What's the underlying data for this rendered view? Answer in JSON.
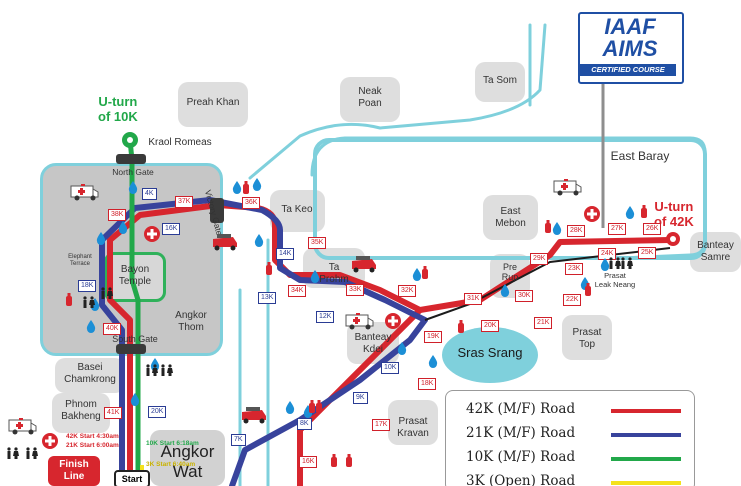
{
  "logo": {
    "line1": "IAAF",
    "line2": "AIMS",
    "line3": "CERTIFIED COURSE"
  },
  "uturn_10k": "U-turn\nof 10K",
  "uturn_42k": "U-turn\nof 42K",
  "places": {
    "preah_khan": "Preah Khan",
    "neak_poan": "Neak\nPoan",
    "ta_som": "Ta Som",
    "kraol_romeas": "Kraol Romeas",
    "north_gate": "North Gate",
    "victory_gate": "Victory Gate",
    "east_baray": "East Baray",
    "ta_keo": "Ta Keo",
    "east_mebon": "East\nMebon",
    "banteay_samre": "Banteay\nSamre",
    "elephant_terrace": "Elephant\nTerrace",
    "bayon_temple": "Bayon\nTemple",
    "angkor_thom": "Angkor\nThom",
    "ta_prohm": "Ta\nProhm",
    "pre_rup": "Pre\nRup",
    "prasat_leak_neang": "Prasat\nLeak Neang",
    "south_gate": "South Gate",
    "banteay_kdei": "Banteay\nKdei",
    "prasat_top": "Prasat\nTop",
    "sras_srang": "Sras Srang",
    "basei_chamkrong": "Basei\nChamkrong",
    "phnom_bakheng": "Phnom\nBakheng",
    "prasat_kravan": "Prasat\nKravan",
    "angkor_wat": "Angkor\nWat"
  },
  "start_times": {
    "marathon": "42K Start 4:30am",
    "half": "21K Start 6:00am",
    "tenk": "10K Start 6:18am",
    "threek": "3K Start 6:40am"
  },
  "finish_line": "Finish\nLine",
  "start_badge": "Start",
  "km_markers": [
    "36K",
    "37K",
    "38K",
    "16K",
    "18K",
    "40K",
    "41K",
    "35K",
    "14K",
    "13K",
    "34K",
    "33K",
    "12K",
    "32K",
    "31K",
    "30K",
    "29K",
    "28K",
    "27K",
    "26K",
    "25K",
    "24K",
    "23K",
    "22K",
    "21K",
    "20K",
    "19K",
    "18K",
    "10K",
    "9K",
    "8K",
    "17K",
    "16K",
    "7K",
    "20K",
    "4K"
  ],
  "legend": [
    {
      "label": "42K (M/F) Road",
      "color": "#d7262e"
    },
    {
      "label": "21K (M/F) Road",
      "color": "#38439c"
    },
    {
      "label": "10K (M/F) Road",
      "color": "#22a84a"
    },
    {
      "label": "3K (Open) Road",
      "color": "#f4e21c"
    }
  ],
  "colors": {
    "water": "#7fd0dc",
    "temple_bg": "#c9c9c9",
    "road_42k": "#d7262e",
    "road_21k": "#38439c",
    "road_10k": "#22a84a",
    "road_3k": "#f4e21c"
  }
}
